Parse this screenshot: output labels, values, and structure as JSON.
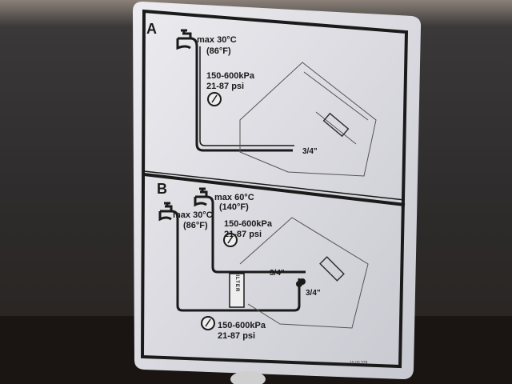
{
  "label": {
    "section_a": {
      "letter": "A",
      "temp_line1": "max 30°C",
      "temp_line2": "(86°F)",
      "pressure_line1": "150-600kPa",
      "pressure_line2": "21-87 psi",
      "fitting": "3/4\""
    },
    "section_b": {
      "letter": "B",
      "hot_temp_line1": "max 60°C",
      "hot_temp_line2": "(140°F)",
      "cold_temp_line1": "max 30°C",
      "cold_temp_line2": "(86°F)",
      "hot_pressure_line1": "150-600kPa",
      "hot_pressure_line2": "21-87 psi",
      "cold_pressure_line1": "150-600kPa",
      "cold_pressure_line2": "21-87 psi",
      "fitting_hot": "3/4\"",
      "fitting_cold": "3/4\"",
      "filter": "FILTER"
    },
    "code": "10.00.378"
  },
  "colors": {
    "label": "#e6e6ea",
    "ink": "#1a1a1a",
    "wall": "#2a2828"
  }
}
